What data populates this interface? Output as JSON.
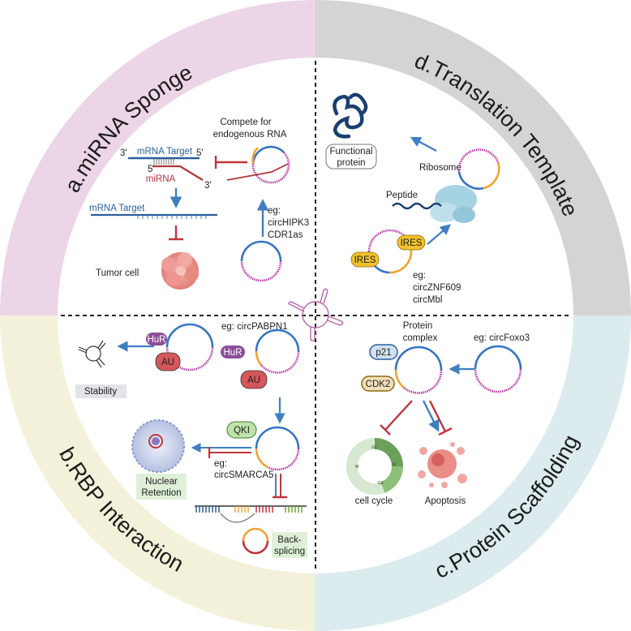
{
  "quadrants": {
    "a": {
      "title": "a.miRNA Sponge",
      "color": "#ecd5e6",
      "labels": {
        "compete_line1": "Compete for",
        "compete_line2": "endogenous RNA",
        "three_prime": "3'",
        "five_prime": "5'",
        "mrna_target": "mRNA Target",
        "mirna": "miRNA",
        "five_prime_b": "5'",
        "three_prime_b": "3'",
        "mrna_target_2": "mRNA Target",
        "tumor_cell": "Tumor cell",
        "eg": "eg:",
        "example_1": "circHIPK3",
        "example_2": "CDR1as"
      }
    },
    "d": {
      "title": "d.Translation Template",
      "color": "#d4d4d6",
      "labels": {
        "functional_1": "Functional",
        "functional_2": "protein",
        "ribosome": "Ribosome",
        "peptide": "Peptide",
        "ires_1": "IRES",
        "ires_2": "IRES",
        "eg": "eg:",
        "example_1": "circZNF609",
        "example_2": "circMbl"
      }
    },
    "b": {
      "title": "b.RBP Interaction",
      "color": "#f3f1da",
      "labels": {
        "hur_1": "HuR",
        "au_1": "AU",
        "hur_2": "HuR",
        "au_2": "AU",
        "eg_pabpn1": "eg: circPABPN1",
        "stability": "Stability",
        "qki": "QKI",
        "eg": "eg:",
        "example_smarca5": "circSMARCA5",
        "nuclear_1": "Nuclear",
        "nuclear_2": "Retention",
        "back_1": "Back-",
        "back_2": "splicing"
      }
    },
    "c": {
      "title": "c.Protein Scaffolding",
      "color": "#dbebee",
      "labels": {
        "complex_1": "Protein",
        "complex_2": "complex",
        "eg_foxo3": "eg: circFoxo3",
        "p21": "p21",
        "cdk2": "CDK2",
        "cell_cycle": "cell cycle",
        "apoptosis": "Apoptosis",
        "phase_g1": "G1",
        "phase_s": "S",
        "phase_g2": "G2",
        "phase_m": "M"
      }
    }
  },
  "colors": {
    "arrow_blue": "#3f7fc1",
    "inhibit_red": "#c0363c",
    "ring_pink": "#b73aa8",
    "ring_orange": "#f0a431",
    "ring_blue": "#3574c4",
    "mrna_blue": "#2a5f9e",
    "mirna_red": "#b2353c",
    "ires_yellow": "#f2c12b",
    "hur_purple": "#8b4f98",
    "au_red": "#d4575b",
    "qki_green": "#bfe3a8",
    "p21_blue": "#cfe0f2",
    "cdk2_tan": "#f1dfb9"
  },
  "icons": [
    "circrna-ring-icon",
    "tumor-cell-icon",
    "protein-icon",
    "ribosome-icon",
    "nucleus-icon",
    "cell-cycle-icon",
    "apoptosis-cell-icon",
    "circrna-hairpin-icon"
  ]
}
